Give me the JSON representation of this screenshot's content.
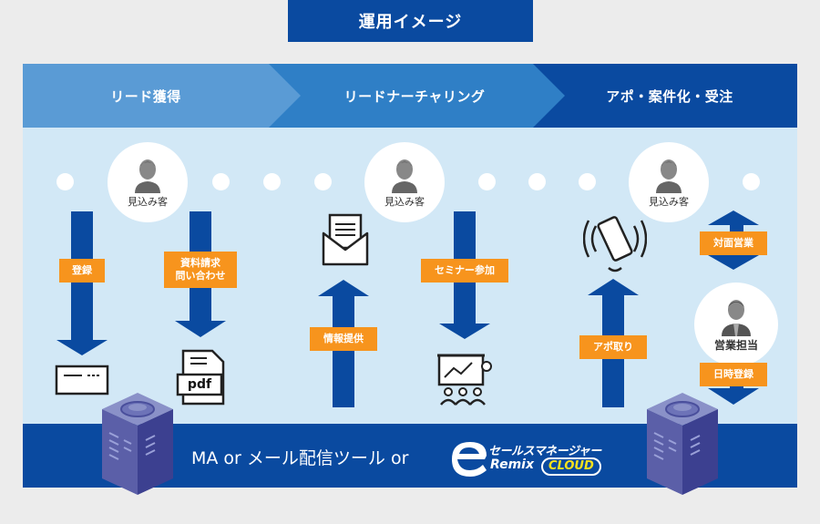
{
  "title": "運用イメージ",
  "phases": [
    "リード獲得",
    "リードナーチャリング",
    "アポ・案件化・受注"
  ],
  "prospect_label": "見込み客",
  "sales_label": "営業担当",
  "flow_labels": {
    "register": "登録",
    "request": "資料請求\n問い合わせ",
    "info": "情報提供",
    "seminar": "セミナー参加",
    "appointment": "アポ取り",
    "face_to_face": "対面営業",
    "datetime": "日時登録"
  },
  "pdf_text": "pdf",
  "bottom_text": "MA or メール配信ツール or",
  "logo": {
    "line1": "セールスマネージャー",
    "line2a": "Remix",
    "line2b": "CLOUD"
  },
  "colors": {
    "dark_blue": "#0a4aa0",
    "orange": "#f7941d",
    "light_blue": "#d2e8f6",
    "phase1": "#5a9bd5",
    "phase2": "#2f7fc6"
  }
}
